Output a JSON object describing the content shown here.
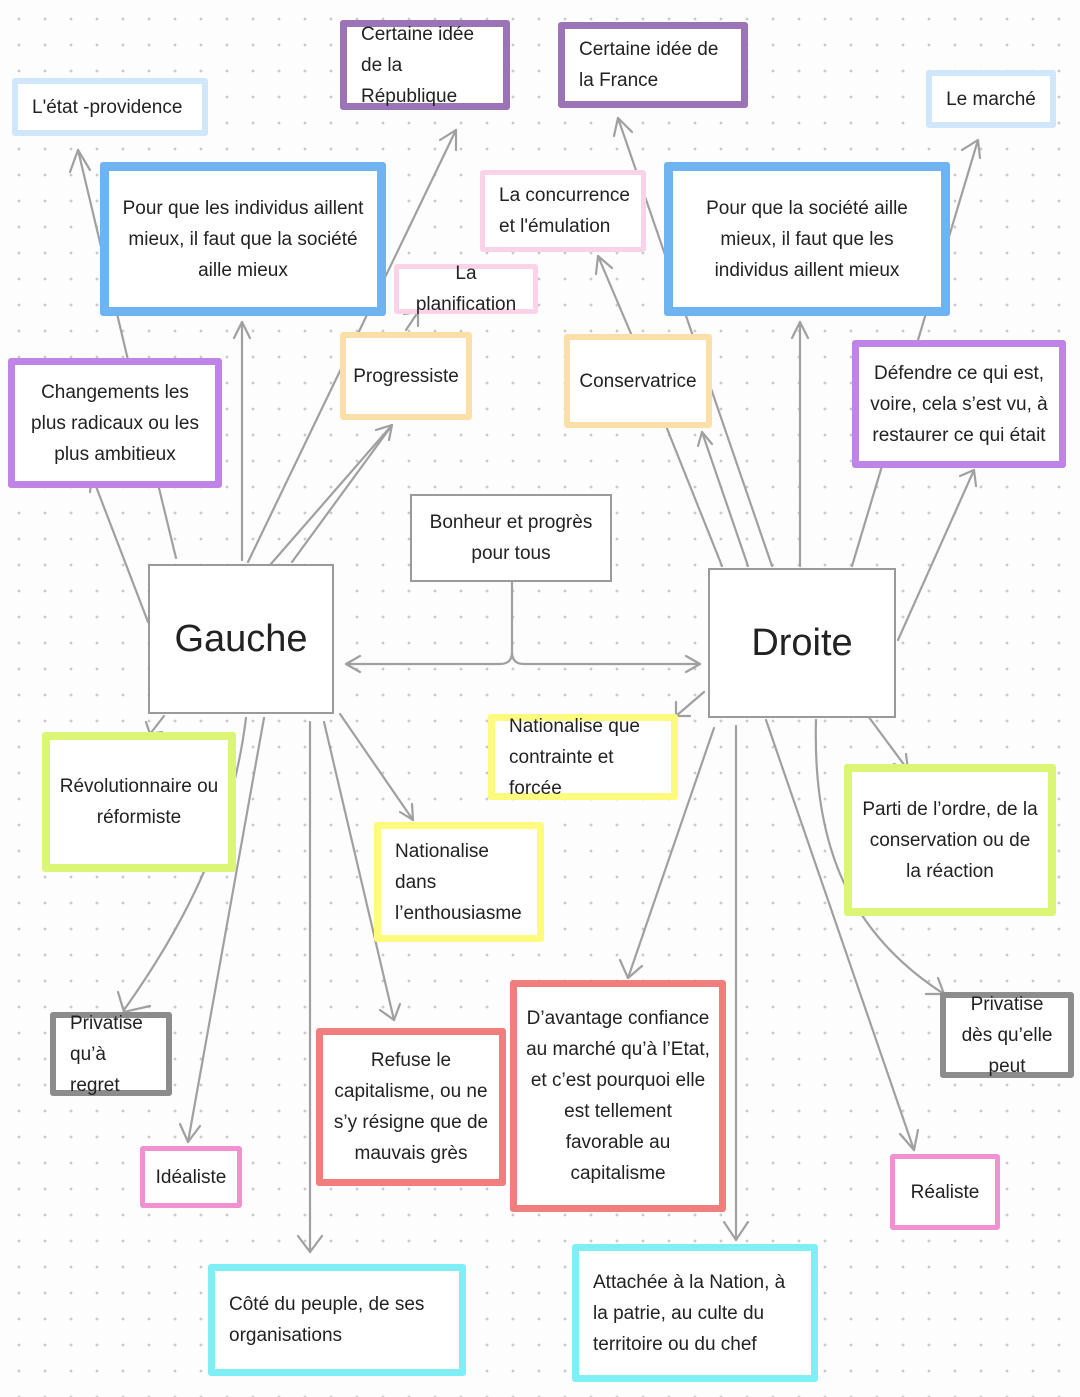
{
  "center": {
    "label": "Bonheur et progrès pour tous"
  },
  "left": {
    "label": "Gauche",
    "concepts": [
      {
        "id": "etat",
        "label": "L'état -providence"
      },
      {
        "id": "republique",
        "label": "Certaine idée de la République"
      },
      {
        "id": "societe",
        "label": "Pour que les individus aillent mieux, il faut que la société aille mieux"
      },
      {
        "id": "planification",
        "label": "La planification"
      },
      {
        "id": "progressiste",
        "label": "Progressiste"
      },
      {
        "id": "changements",
        "label": "Changements les plus radicaux ou les plus ambitieux"
      },
      {
        "id": "revolutionnaire",
        "label": "Révolutionnaire ou réformiste"
      },
      {
        "id": "nationalise",
        "label": "Nationalise dans l’enthousiasme"
      },
      {
        "id": "privatise",
        "label": "Privatise qu’à regret"
      },
      {
        "id": "refuse",
        "label": "Refuse le capitalisme, ou ne s’y résigne que de mauvais grès"
      },
      {
        "id": "idealiste",
        "label": "Idéaliste"
      },
      {
        "id": "peuple",
        "label": "Côté du peuple, de ses organisations"
      }
    ]
  },
  "right": {
    "label": "Droite",
    "concepts": [
      {
        "id": "france",
        "label": "Certaine idée de la France"
      },
      {
        "id": "marche",
        "label": "Le marché"
      },
      {
        "id": "concurrence",
        "label": "La concurrence et l'émulation"
      },
      {
        "id": "individus",
        "label": "Pour que la société aille mieux, il faut que les individus aillent mieux"
      },
      {
        "id": "conservatrice",
        "label": "Conservatrice"
      },
      {
        "id": "defendre",
        "label": "Défendre ce qui est, voire, cela s’est vu, à restaurer ce qui était"
      },
      {
        "id": "nationalise_r",
        "label": "Nationalise que contrainte et forcée"
      },
      {
        "id": "ordre",
        "label": "Parti de l’ordre, de la conservation ou de la réaction"
      },
      {
        "id": "confiance",
        "label": "D’avantage confiance au marché qu’à l’Etat, et c’est pourquoi elle est tellement favorable au capitalisme"
      },
      {
        "id": "privatise_r",
        "label": "Privatise dès qu’elle peut"
      },
      {
        "id": "realiste",
        "label": "Réaliste"
      },
      {
        "id": "nation",
        "label": "Attachée à la Nation, à la patrie, au culte du territoire ou du chef"
      }
    ]
  },
  "colors": {
    "arrow": "#9a9a9a",
    "box_border": "#9a9a9a"
  }
}
